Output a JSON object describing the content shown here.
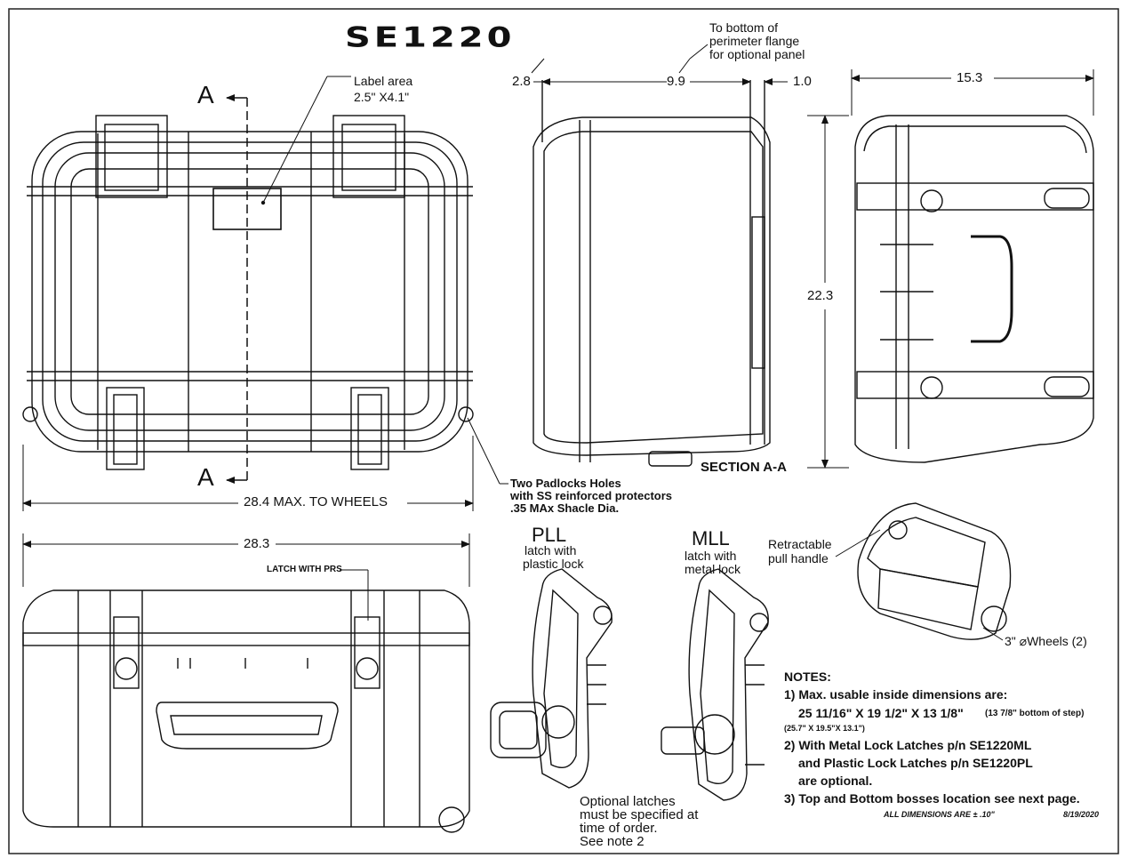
{
  "title": "SE1220",
  "top_view": {
    "label_area": [
      "Label area",
      "2.5\" X4.1\""
    ],
    "section_marker": "A",
    "padlock_note": [
      "Two Padlocks Holes",
      "with SS reinforced protectors",
      ".35 MAx Shacle Dia."
    ],
    "width_dim": "28.4 MAX. TO WHEELS"
  },
  "section_view": {
    "flange_note": [
      "To bottom of",
      "perimeter flange",
      "for optional panel"
    ],
    "dim_left": "2.8",
    "dim_mid": "9.9",
    "dim_right": "1.0",
    "caption": "SECTION A-A"
  },
  "side_view": {
    "depth_dim": "15.3",
    "height_dim": "22.3"
  },
  "front_view": {
    "width_dim": "28.3",
    "latch_label": "LATCH WITH PRS"
  },
  "latches": {
    "pll_title": "PLL",
    "pll_desc": [
      "latch with",
      "plastic lock"
    ],
    "mll_title": "MLL",
    "mll_desc": [
      "latch with",
      "metal lock"
    ],
    "optional_note": [
      "Optional latches",
      "must be specified at",
      "time of order.",
      "See note 2"
    ]
  },
  "iso_view": {
    "handle_label": [
      "Retractable",
      "pull handle"
    ],
    "wheels_label": "3\" ⌀Wheels (2)"
  },
  "notes": {
    "heading": "NOTES:",
    "n1": "1) Max. usable inside dimensions are:",
    "n1_dims": "25 11/16\" X 19 1/2\" X 13 1/8\"",
    "n1_step": "(13 7/8\" bottom of step)",
    "n1_metric": "(25.7\" X 19.5\"X 13.1\")",
    "n2a": "2) With Metal Lock Latches p/n SE1220ML",
    "n2b": "and Plastic Lock Latches p/n SE1220PL",
    "n2c": "are optional.",
    "n3": "3) Top and Bottom bosses location see next page."
  },
  "footer": {
    "tolerance": "ALL DIMENSIONS ARE ± .10\"",
    "date": "8/19/2020"
  }
}
